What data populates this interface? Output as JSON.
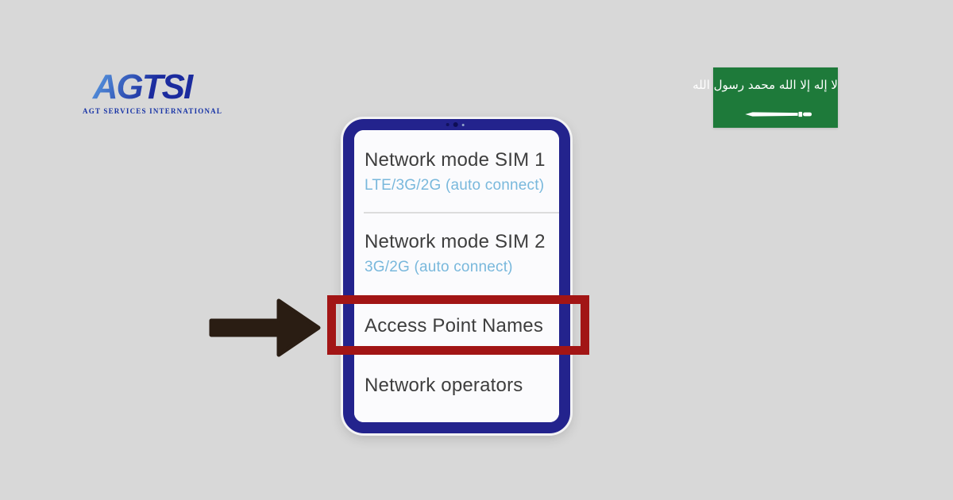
{
  "branding": {
    "logo_text": "AGTSI",
    "tagline": "AGT SERVICES INTERNATIONAL"
  },
  "flag": {
    "name": "saudi-arabia-flag",
    "shahada": "لا إله إلا الله محمد رسول الله"
  },
  "settings_menu": {
    "items": [
      {
        "label": "Network mode SIM 1",
        "value": "LTE/3G/2G (auto connect)"
      },
      {
        "label": "Network mode SIM 2",
        "value": "3G/2G (auto connect)"
      },
      {
        "label": "Access Point Names",
        "highlighted": true
      },
      {
        "label": "Network operators"
      }
    ]
  },
  "colors": {
    "background": "#d8d8d8",
    "phone-border": "#23238d",
    "screen-bg": "#fbfbfd",
    "item-text": "#3e3e3e",
    "item-value": "#79b8dc",
    "divider": "#dcdcdc",
    "highlight-red": "#a21515",
    "arrow-black": "#2a1d13",
    "flag-green": "#1e7a3a",
    "logo-dark-blue": "#1b2b9e",
    "logo-light-blue": "#4e87d5",
    "tagline-blue": "#1733a6"
  }
}
